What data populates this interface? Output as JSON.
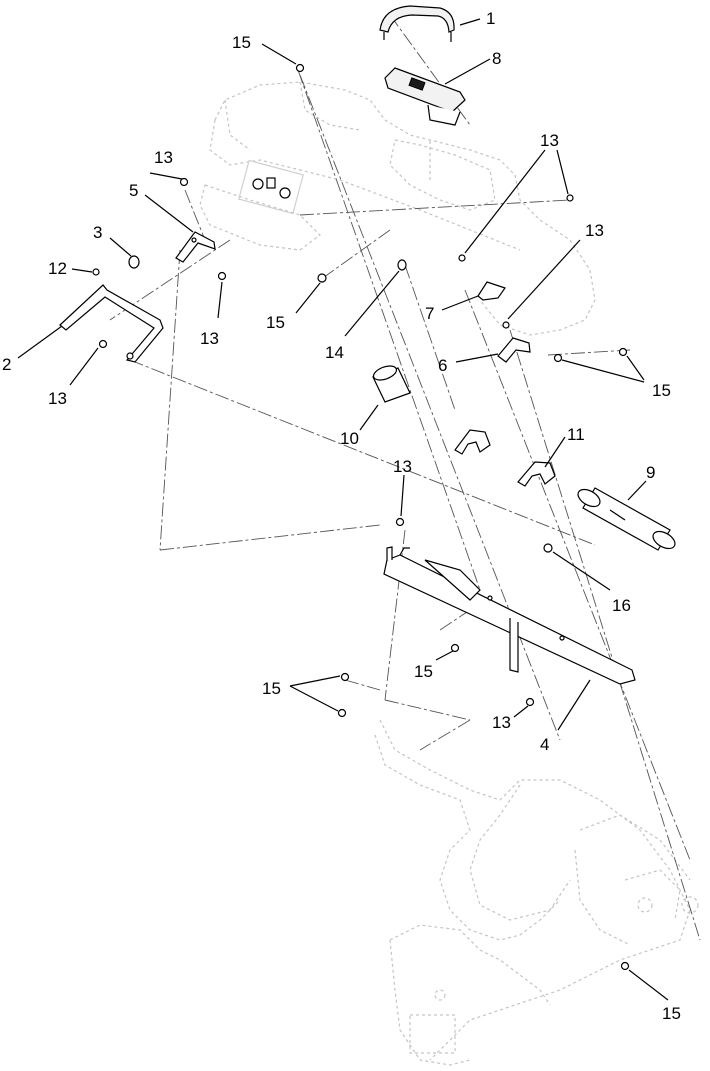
{
  "diagram": {
    "callouts": [
      {
        "id": "c1",
        "text": "1"
      },
      {
        "id": "c8",
        "text": "8"
      },
      {
        "id": "c15a",
        "text": "15"
      },
      {
        "id": "c13a",
        "text": "13"
      },
      {
        "id": "c13b",
        "text": "13"
      },
      {
        "id": "c5",
        "text": "5"
      },
      {
        "id": "c3",
        "text": "3"
      },
      {
        "id": "c12",
        "text": "12"
      },
      {
        "id": "c13c",
        "text": "13"
      },
      {
        "id": "c15b",
        "text": "15"
      },
      {
        "id": "c14",
        "text": "14"
      },
      {
        "id": "c7",
        "text": "7"
      },
      {
        "id": "c13d",
        "text": "13"
      },
      {
        "id": "c6",
        "text": "6"
      },
      {
        "id": "c15c",
        "text": "15"
      },
      {
        "id": "c2",
        "text": "2"
      },
      {
        "id": "c13e",
        "text": "13"
      },
      {
        "id": "c10",
        "text": "10"
      },
      {
        "id": "c11",
        "text": "11"
      },
      {
        "id": "c9",
        "text": "9"
      },
      {
        "id": "c13f",
        "text": "13"
      },
      {
        "id": "c16",
        "text": "16"
      },
      {
        "id": "c15d",
        "text": "15"
      },
      {
        "id": "c15e",
        "text": "15"
      },
      {
        "id": "c13g",
        "text": "13"
      },
      {
        "id": "c4",
        "text": "4"
      },
      {
        "id": "c15f",
        "text": "15"
      }
    ]
  }
}
